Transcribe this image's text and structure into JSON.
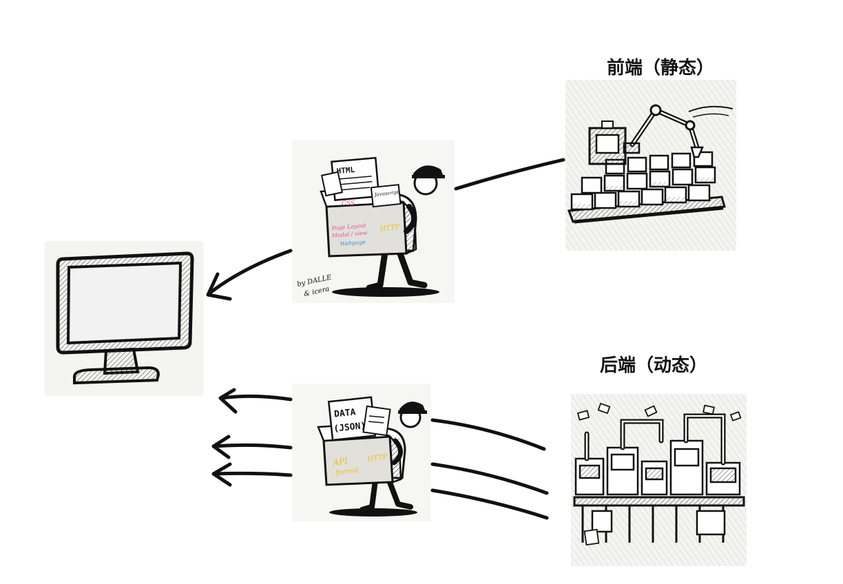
{
  "colors": {
    "ink": "#111111",
    "paper": "#ffffff",
    "panel": "#f4f4f1",
    "screen": "#f2f2f2",
    "box": "#e2e0db",
    "pink": "#e2559c",
    "blue": "#3c8fd1",
    "yellow": "#e6c21c"
  },
  "frontend": {
    "label": "前端（静态）",
    "icon": "factory-robot-arm-icon",
    "courier": {
      "doc_label": "HTML",
      "sub_doc_label": "Javascript",
      "box_marks": [
        "CSS",
        "Page Layout",
        "Modal / view",
        "Webpage",
        "HTTP"
      ],
      "credit_line1": "by DALLE",
      "credit_line2": "& icera"
    }
  },
  "backend": {
    "label": "后端（动态）",
    "icon": "factory-machines-icon",
    "courier": {
      "doc_label_line1": "DATA",
      "doc_label_line2": "(JSON)",
      "box_marks": [
        "API",
        "format",
        "HTTP"
      ]
    }
  },
  "client": {
    "icon": "computer-monitor-icon"
  }
}
